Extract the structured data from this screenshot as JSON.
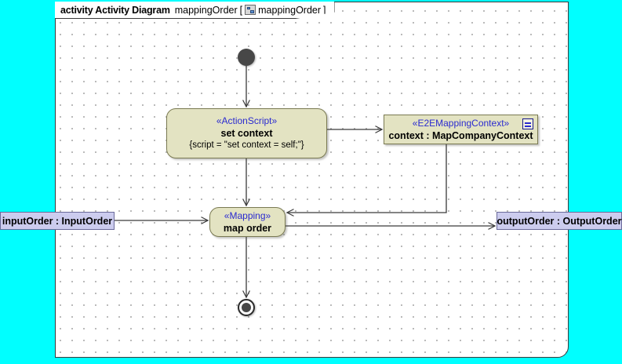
{
  "frame": {
    "keyword": "activity Activity Diagram",
    "name": "mappingOrder",
    "bracket_open": "[",
    "icon": "activity-diagram-icon",
    "qualified_name": "mappingOrder",
    "bracket_close": "]"
  },
  "nodes": {
    "initial": {
      "name": "initial-node"
    },
    "final": {
      "name": "activity-final-node"
    },
    "set_context": {
      "stereotype": "«ActionScript»",
      "name": "set context",
      "body": "{script = \"set context = self;\"}"
    },
    "map_order": {
      "stereotype": "«Mapping»",
      "name": "map order"
    },
    "context_object": {
      "stereotype": "«E2EMappingContext»",
      "name": "context : MapCompanyContext",
      "icon": "object-node-icon"
    },
    "input_pin": {
      "label": "inputOrder : InputOrder"
    },
    "output_pin": {
      "label": "outputOrder : OutputOrder"
    }
  },
  "colors": {
    "canvas": "#00ffff",
    "frame_bg": "#ffffff",
    "action_fill": "#e3e3c2",
    "action_border": "#7a7a52",
    "pin_fill": "#ccccee",
    "pin_border": "#6a6a9a",
    "stereotype_text": "#2a2ad0",
    "connector": "#3a3a3a",
    "node_fill_dark": "#474747"
  }
}
